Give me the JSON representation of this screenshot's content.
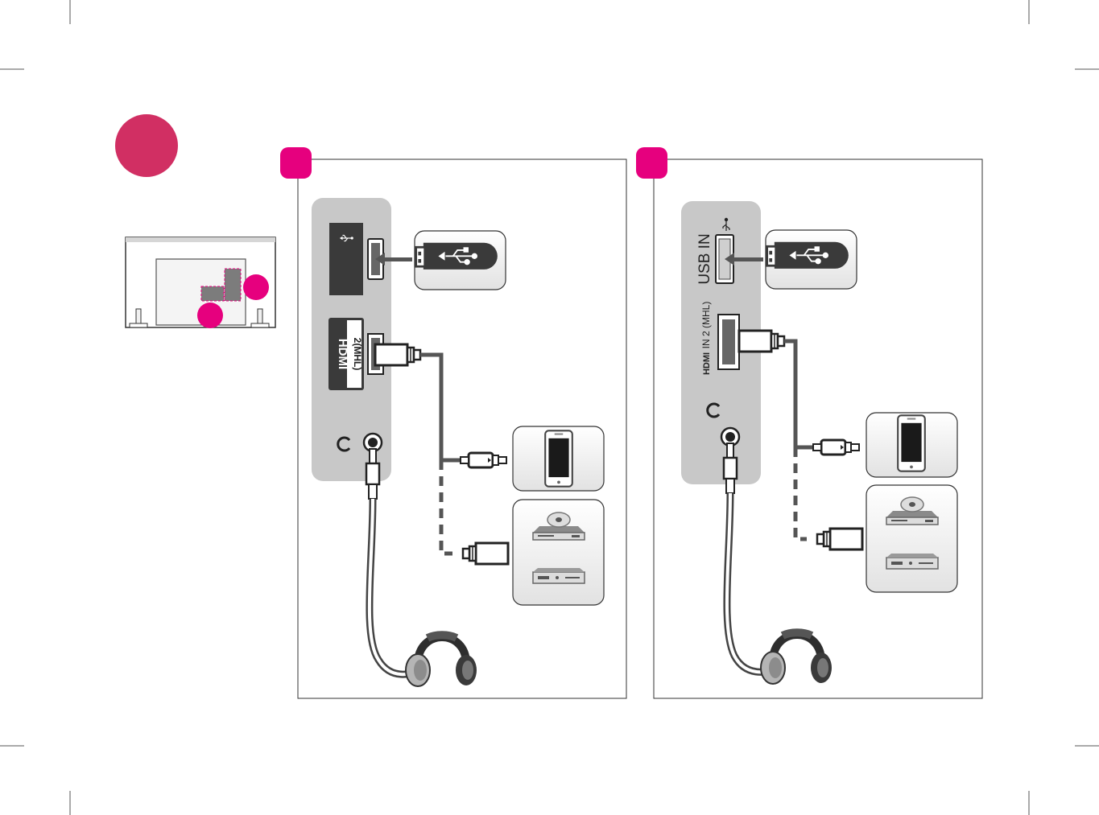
{
  "colors": {
    "accent": "#e6007e",
    "step_circle": "#d12f63",
    "panel_gray": "#c8c8c8",
    "cable": "#555555",
    "frame": "#333333"
  },
  "step_badge": {
    "label": ""
  },
  "tv_rear": {
    "callouts": [
      {
        "label": ""
      },
      {
        "label": ""
      }
    ]
  },
  "panels": [
    {
      "badge": "",
      "ports": {
        "usb_icon": "usb-icon",
        "hdmi_logo": "HDMI",
        "hdmi_label": "2(MHL)",
        "headphone_icon": "headphone-jack-icon"
      },
      "devices": [
        "usb-stick-icon",
        "smartphone-icon",
        "disc-player-icon",
        "set-top-box-icon",
        "headphones-icon"
      ]
    },
    {
      "badge": "",
      "ports": {
        "usb_label": "USB IN",
        "usb_icon": "usb-icon",
        "hdmi_logo": "HDMI",
        "hdmi_label": "IN 2 (MHL)",
        "headphone_icon": "headphone-jack-icon"
      },
      "devices": [
        "usb-stick-icon",
        "smartphone-icon",
        "disc-player-icon",
        "set-top-box-icon",
        "headphones-icon"
      ]
    }
  ]
}
